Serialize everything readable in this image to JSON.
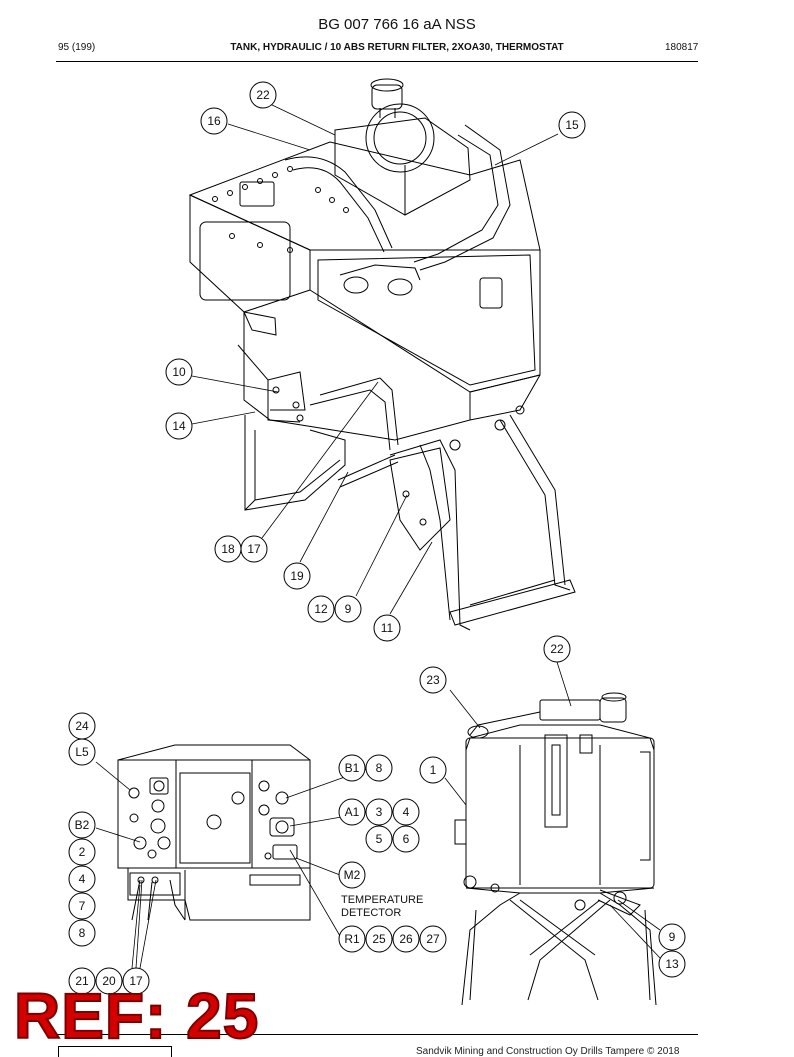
{
  "document": {
    "title": "BG 007 766 16 aA NSS",
    "page": "95 (199)",
    "heading": "TANK, HYDRAULIC / 10 ABS RETURN FILTER, 2XOA30, THERMOSTAT",
    "date_code": "180817"
  },
  "callouts": {
    "c22a": "22",
    "c16": "16",
    "c15": "15",
    "c10": "10",
    "c14": "14",
    "c18": "18",
    "c17a": "17",
    "c19": "19",
    "c12": "12",
    "c9a": "9",
    "c11": "11",
    "c22b": "22",
    "c23": "23",
    "c1": "1",
    "c9b": "9",
    "c13": "13",
    "c24": "24",
    "cL5": "L5",
    "cB2": "B2",
    "c2": "2",
    "c4a": "4",
    "c7": "7",
    "c8a": "8",
    "c21": "21",
    "c20": "20",
    "c17b": "17",
    "cB1": "B1",
    "c8b": "8",
    "cA1": "A1",
    "c3": "3",
    "c4b": "4",
    "c5": "5",
    "c6": "6",
    "cM2": "M2",
    "cR1": "R1",
    "c25": "25",
    "c26": "26",
    "c27": "27"
  },
  "labels": {
    "temperature_line1": "TEMPERATURE",
    "temperature_line2": "DETECTOR"
  },
  "banner": "REF: 25",
  "footer": "Sandvik Mining and Construction Oy Drills Tampere © 2018"
}
